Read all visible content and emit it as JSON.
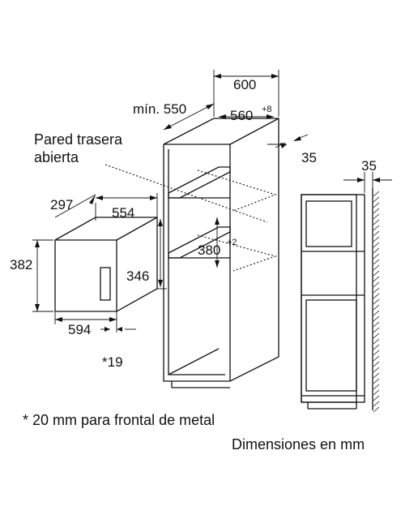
{
  "labels": {
    "min_depth": "mín. 550",
    "width_600": "600",
    "width_560": "560",
    "width_560_tol": "+8",
    "gap_35_right": "35",
    "rear_wall_line1": "Pared trasera",
    "rear_wall_line2": "abierta",
    "depth_297": "297",
    "width_554": "554",
    "height_382": "382",
    "height_346": "346",
    "width_594": "594",
    "front_19": "*19",
    "niche_380": "380",
    "niche_380_tol": "+2",
    "side_35": "35"
  },
  "notes": {
    "metal_front": "* 20 mm para frontal de metal",
    "units": "Dimensiones en mm"
  }
}
